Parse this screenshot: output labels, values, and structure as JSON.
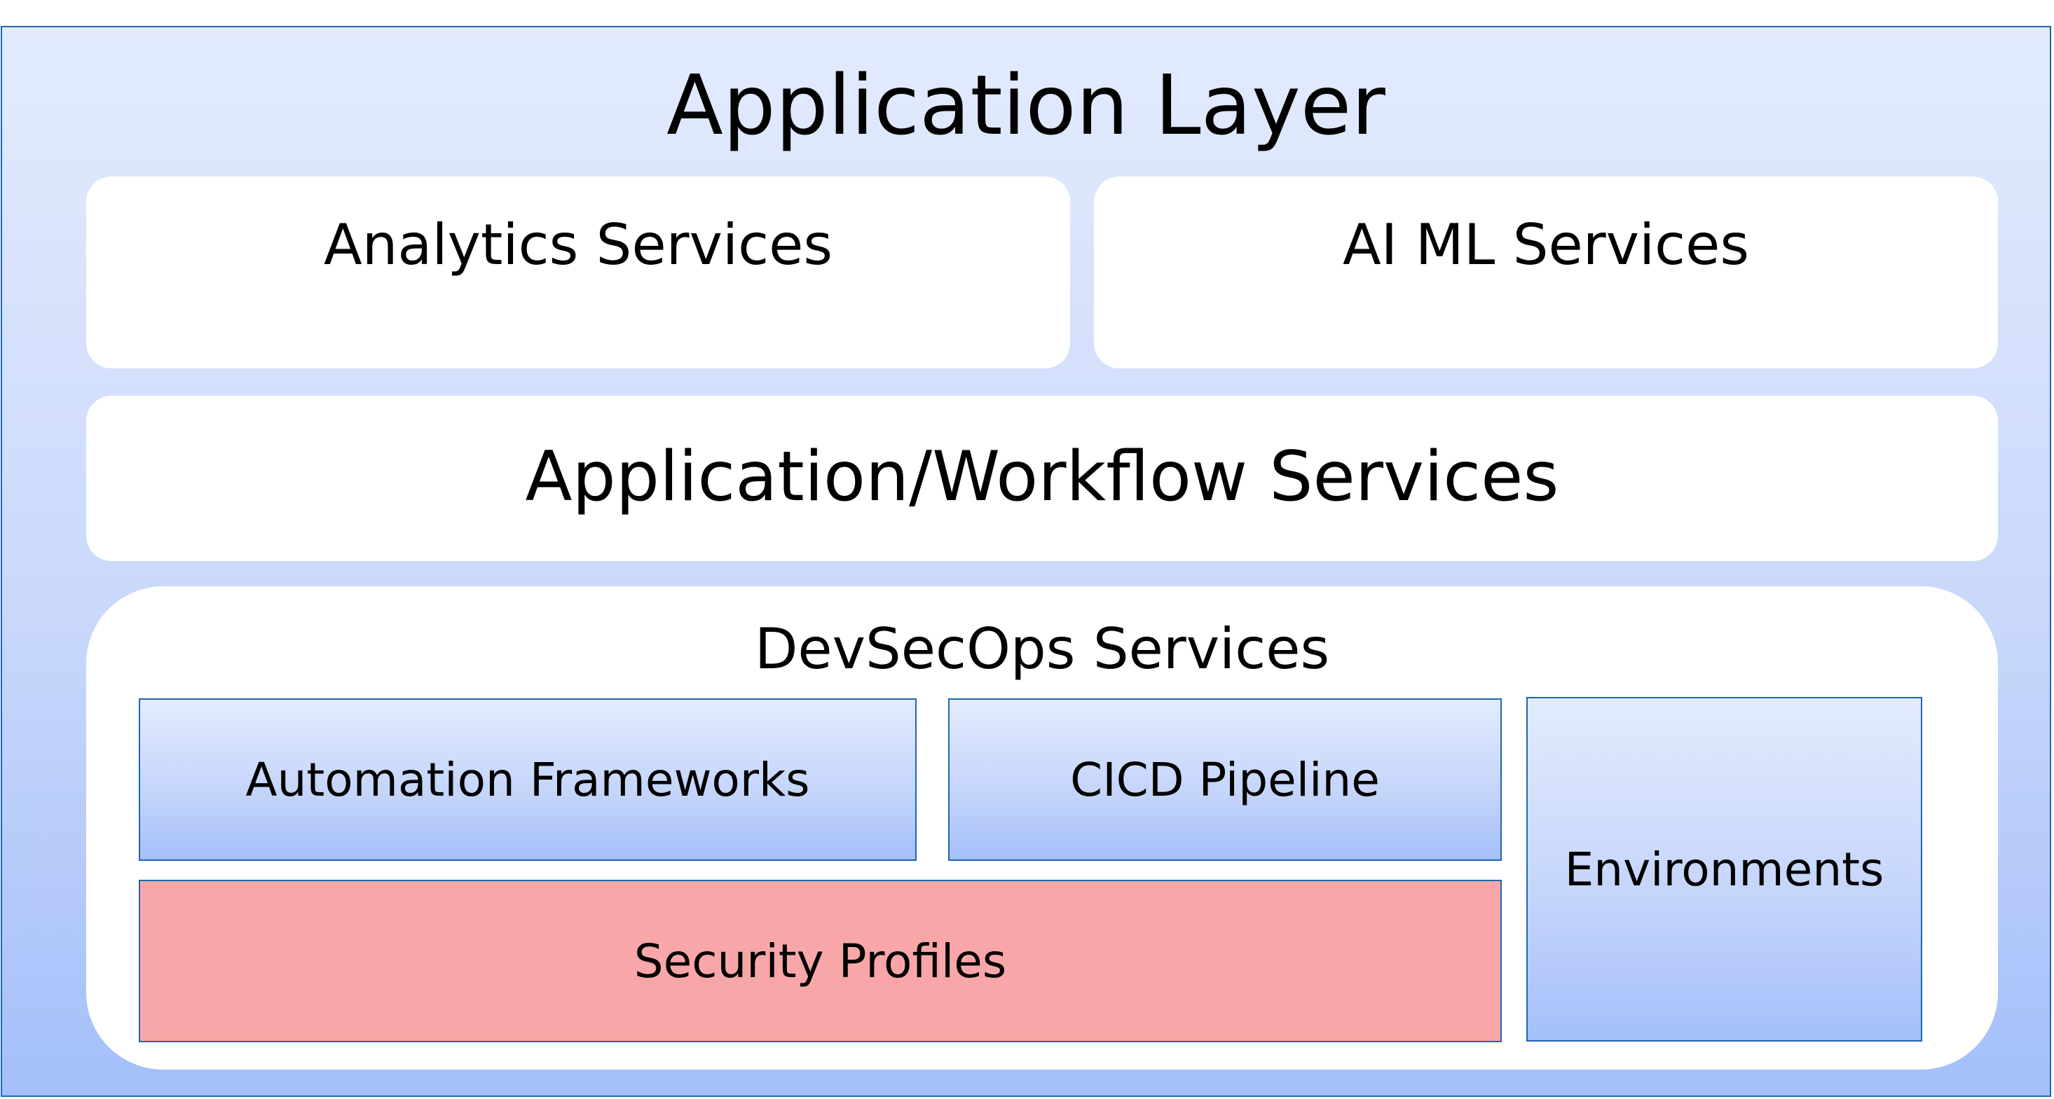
{
  "diagram": {
    "title": "Application Layer",
    "services": {
      "analytics": "Analytics Services",
      "aiml": "AI ML Services",
      "workflow": "Application/Workflow Services"
    },
    "devsecops": {
      "title": "DevSecOps Services",
      "automation": "Automation Frameworks",
      "cicd": "CICD Pipeline",
      "security": "Security Profiles",
      "environments": "Environments"
    },
    "colors": {
      "border": "#1f66b0",
      "gradient_top": "#e3ebfd",
      "gradient_bottom": "#a4bffa",
      "security_fill": "#f9a6a8",
      "card_fill": "#ffffff"
    }
  }
}
